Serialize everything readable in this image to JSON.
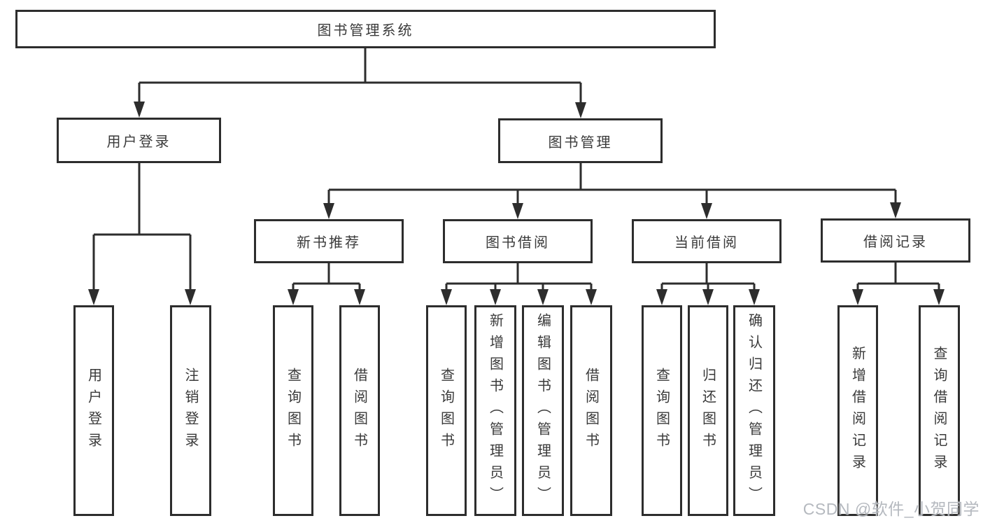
{
  "diagram": {
    "root": "图书管理系统",
    "level1": {
      "login": "用户登录",
      "management": "图书管理"
    },
    "level2": {
      "recommend": "新书推荐",
      "borrow": "图书借阅",
      "current": "当前借阅",
      "records": "借阅记录"
    },
    "leaves": {
      "login": [
        "用户登录",
        "注销登录"
      ],
      "recommend": [
        "查询图书",
        "借阅图书"
      ],
      "borrow": [
        "查询图书",
        "新增图书（管理员）",
        "编辑图书（管理员）",
        "借阅图书"
      ],
      "current": [
        "查询图书",
        "归还图书",
        "确认归还（管理员）"
      ],
      "records": [
        "新增借阅记录",
        "查询借阅记录"
      ]
    }
  },
  "watermark": "CSDN @软件_小贺同学",
  "colors": {
    "line": "#2d2d2d",
    "box_border": "#2d2d2d",
    "text": "#3a3a3a",
    "background": "#ffffff",
    "watermark": "#b1b5bc"
  }
}
